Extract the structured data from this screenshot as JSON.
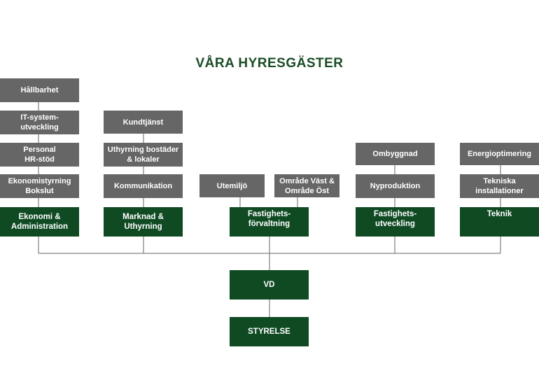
{
  "title": "VÅRA HYRESGÄSTER",
  "colors": {
    "title": "#1a4d26",
    "department": "#0f4a23",
    "function": "#666666",
    "line": "#666666"
  },
  "leadership": {
    "vd": "VD",
    "styrelse": "STYRELSE"
  },
  "departments": [
    {
      "name": "Ekonomi &\nAdministration",
      "functions": [
        "Hållbarhet",
        "IT-system-\nutveckling",
        "Personal\nHR-stöd",
        "Ekonomistyrning\nBokslut"
      ]
    },
    {
      "name": "Marknad &\nUthyrning",
      "functions": [
        "Kundtjänst",
        "Uthyrning bostäder\n& lokaler",
        "Kommunikation"
      ]
    },
    {
      "name": "Fastighets-\nförvaltning",
      "functions": [
        "Utemiljö",
        "Område Väst &\nOmråde Öst"
      ]
    },
    {
      "name": "Fastighets-\nutveckling",
      "functions": [
        "Ombyggnad",
        "Nyproduktion"
      ]
    },
    {
      "name": "Teknik",
      "functions": [
        "Energioptimering",
        "Tekniska\ninstallationer"
      ]
    }
  ]
}
